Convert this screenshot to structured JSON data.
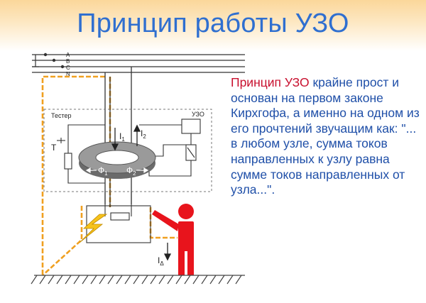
{
  "title": "Принцип работы УЗО",
  "description": {
    "highlight": "Принцип УЗО",
    "rest": " крайне прост и основан на первом законе Кирхгофа, а именно на одном из его прочтений звучащим как: \"... в любом узле, сумма токов направленных к узлу равна сумме токов направленных от узла...\"."
  },
  "diagram": {
    "phase_labels": [
      "A",
      "B",
      "C",
      "N"
    ],
    "tester_label": "Тестер",
    "rcd_label": "УЗО",
    "test_button_label": "Т",
    "current_in_label": "I",
    "current_in_sub": "1",
    "current_out_label": "I",
    "current_out_sub": "2",
    "flux1_label": "Ф",
    "flux1_sub": "1",
    "flux2_label": "Ф",
    "flux2_sub": "2",
    "leakage_label": "I",
    "leakage_sub": "Δ",
    "colors": {
      "wire": "#333333",
      "leak_path": "#f0a020",
      "person": "#e8141c",
      "ground": "#444444",
      "dashed_box": "#777777",
      "toroid_outer": "#6b6b6b",
      "toroid_inner": "#9a9a9a"
    }
  }
}
